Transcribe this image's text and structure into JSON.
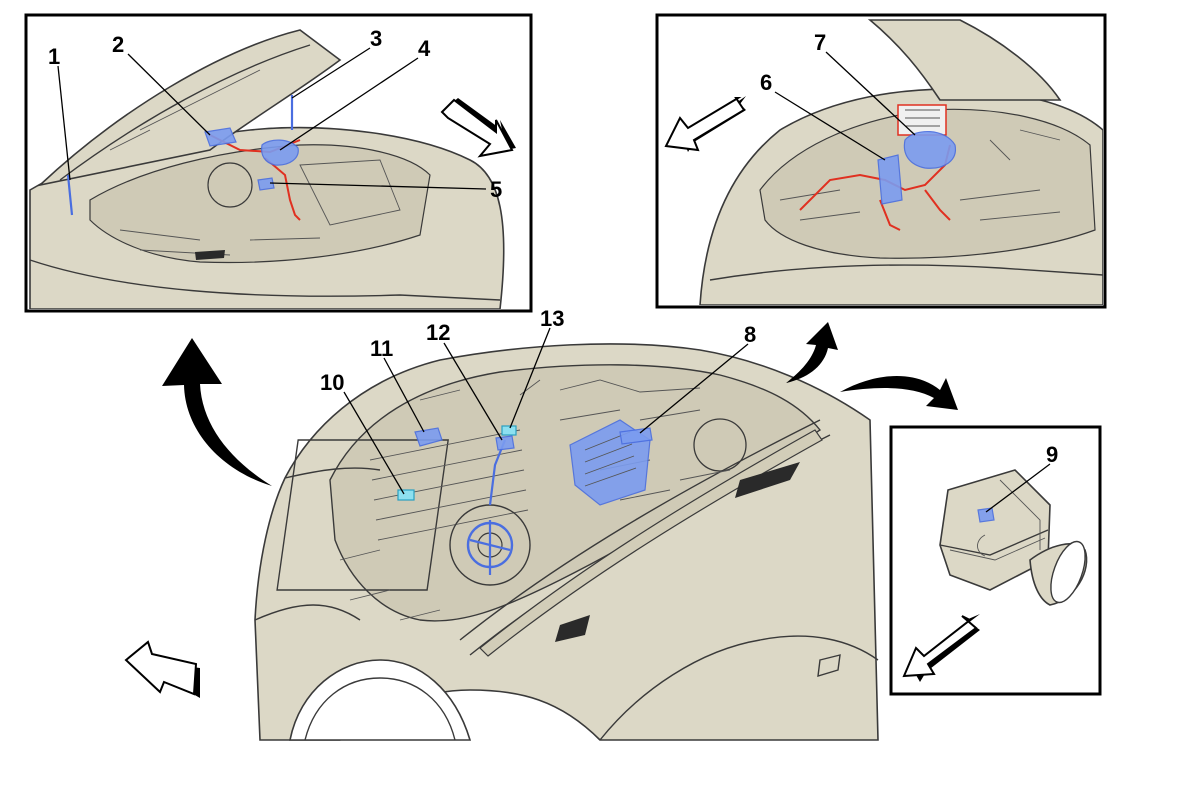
{
  "diagram": {
    "callouts": [
      "1",
      "2",
      "3",
      "4",
      "5",
      "6",
      "7",
      "8",
      "9",
      "10",
      "11",
      "12",
      "13"
    ],
    "colors": {
      "vehicle_body": "#dcd8c6",
      "harness_blue": "#4a6ee0",
      "harness_red": "#e03020",
      "connector_cyan": "#8de0f0",
      "frame": "#000000"
    },
    "icons": [
      "direction-arrow-hollow",
      "curved-pointer-arrow"
    ]
  }
}
